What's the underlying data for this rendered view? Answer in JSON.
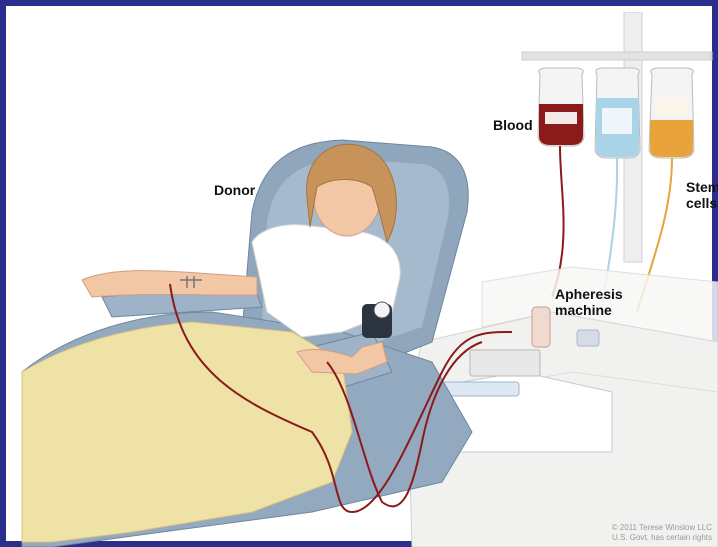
{
  "labels": {
    "donor": "Donor",
    "blood": "Blood",
    "stem_cells_line1": "Stem",
    "stem_cells_line2": "cells",
    "machine_line1": "Apheresis",
    "machine_line2": "machine"
  },
  "credit": {
    "line1": "© 2011 Terese Winslow LLC",
    "line2": "U.S. Govt. has certain rights"
  },
  "colors": {
    "frame": "#2a2e8c",
    "chair": "#8fa6bd",
    "blanket": "#efe2a6",
    "blood": "#8b1a1a",
    "saline": "#a9d3e6",
    "stem_cells": "#e8a43a",
    "skin": "#f2c7a5",
    "hair": "#c7935a"
  }
}
